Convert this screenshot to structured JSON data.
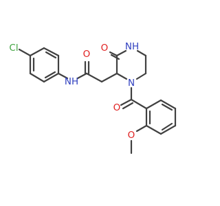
{
  "atoms": {
    "cl": {
      "text": "Cl",
      "color": "#3fa33f"
    },
    "nh_amide": {
      "text": "NH",
      "color": "#2f3fbf"
    },
    "o_amide": {
      "text": "O",
      "color": "#e02020"
    },
    "o_lactam": {
      "text": "O",
      "color": "#e02020"
    },
    "nh_ring": {
      "text": "NH",
      "color": "#2f3fbf"
    },
    "n_ring": {
      "text": "N",
      "color": "#2f3fbf"
    },
    "o_benzoyl": {
      "text": "O",
      "color": "#e02020"
    },
    "o_methoxy": {
      "text": "O",
      "color": "#e02020"
    }
  },
  "colors": {
    "bond": "#404040",
    "background": "#ffffff"
  }
}
